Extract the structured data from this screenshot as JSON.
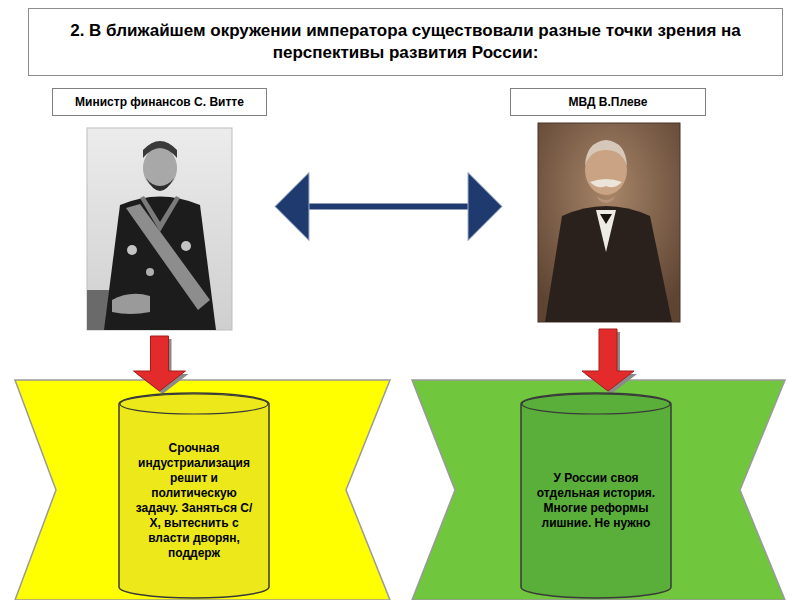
{
  "diagram": {
    "title": "2. В ближайшем окружении императора существовали разные точки зрения на перспективы развития России:",
    "nodes": [
      {
        "text": [
          "Министр финансов С. Витте"
        ]
      },
      {
        "text": [
          "МВД В.Плеве"
        ]
      },
      {
        "text": [
          "Срочная индустриализация решит и политическую задачу. Заняться С/Х, вытеснить с власти дворян, поддерж"
        ]
      },
      {
        "text": [
          "У России своя отдельная история. Многие реформы лишние. Не нужно"
        ]
      }
    ],
    "edges": [
      {
        "from": 0,
        "to": 1,
        "arrow": "both"
      },
      {
        "from": 0,
        "to": 2,
        "arrow": "to"
      },
      {
        "from": 1,
        "to": 3,
        "arrow": "to"
      }
    ]
  }
}
